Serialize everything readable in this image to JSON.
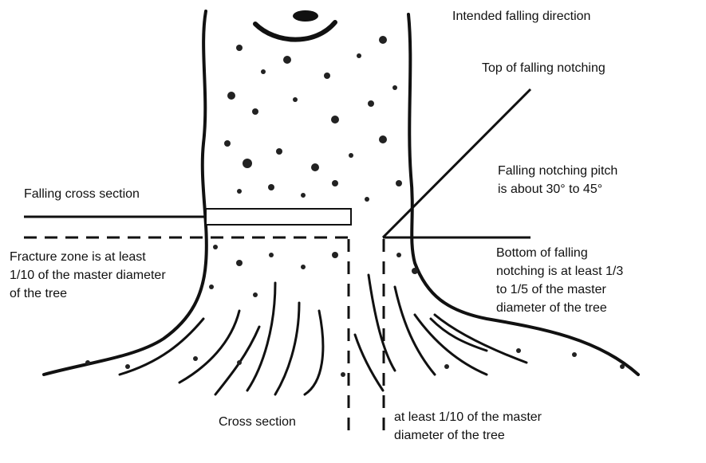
{
  "labels": {
    "intended_falling_direction": "Intended falling direction",
    "top_of_notch": "Top of falling notching",
    "pitch_line1": "Falling notching pitch",
    "pitch_line2": "is about 30° to 45°",
    "falling_cross_section": "Falling cross section",
    "fracture_line1": "Fracture zone is at least",
    "fracture_line2": "1/10 of the master diameter",
    "fracture_line3": "of the tree",
    "bottom_line1": "Bottom of falling",
    "bottom_line2": "notching is at least 1/3",
    "bottom_line3": "to 1/5 of the master",
    "bottom_line4": "diameter of the tree",
    "cross_section": "Cross section",
    "tenth_line1": "at least 1/10 of the master",
    "tenth_line2": "diameter of the tree"
  },
  "colors": {
    "ink": "#111111",
    "background": "#ffffff"
  }
}
